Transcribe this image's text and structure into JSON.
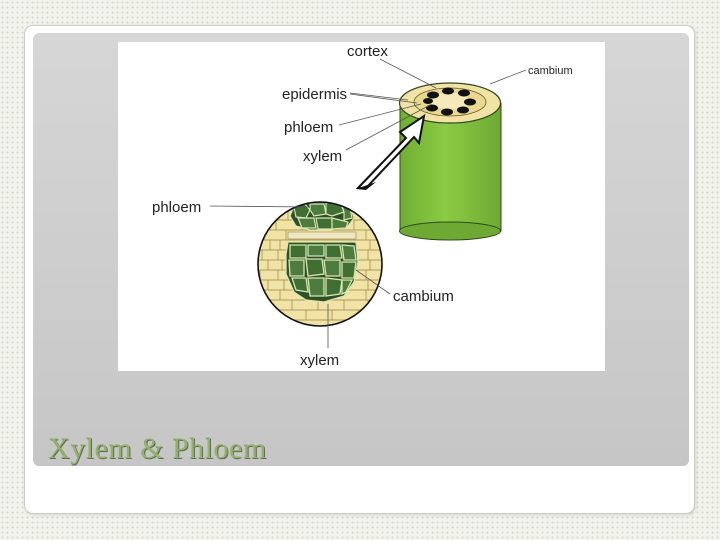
{
  "slide": {
    "title": "Xylem & Phloem"
  },
  "diagram": {
    "labels": {
      "cortex": "cortex",
      "epidermis": "epidermis",
      "phloem_top": "phloem",
      "xylem_top": "xylem",
      "cambium_top": "cambium",
      "phloem_side": "phloem",
      "cambium_bottom": "cambium",
      "xylem_bottom": "xylem"
    }
  },
  "colors": {
    "stem_green": "#86c440",
    "xylem_dark_green": "#3f6f33",
    "phloem_dark_green": "#2f4e29",
    "parenchyma_cream": "#f1e3a6",
    "title_green": "#93b06e"
  }
}
